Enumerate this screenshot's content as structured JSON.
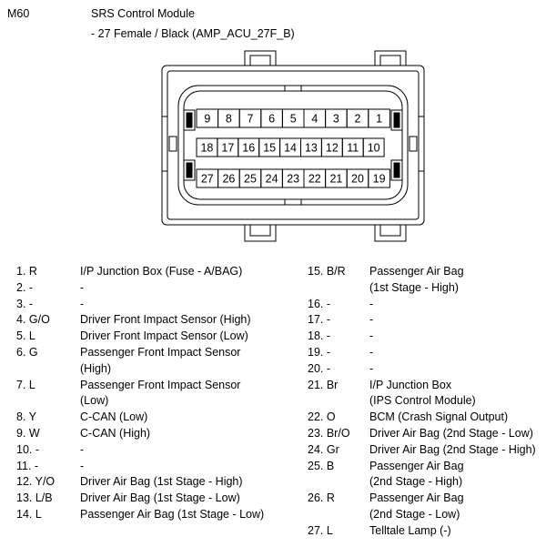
{
  "connector_id": "M60",
  "title": "SRS Control Module",
  "subtitle": "- 27 Female / Black (AMP_ACU_27F_B)",
  "rows": [
    [
      "9",
      "8",
      "7",
      "6",
      "5",
      "4",
      "3",
      "2",
      "1"
    ],
    [
      "18",
      "17",
      "16",
      "15",
      "14",
      "13",
      "12",
      "11",
      "10"
    ],
    [
      "27",
      "26",
      "25",
      "24",
      "23",
      "22",
      "21",
      "20",
      "19"
    ]
  ],
  "pins_left": [
    {
      "pin": "1. R",
      "desc": [
        "I/P Junction Box (Fuse - A/BAG)"
      ]
    },
    {
      "pin": "2. -",
      "desc": [
        "-"
      ]
    },
    {
      "pin": "3. -",
      "desc": [
        "-"
      ]
    },
    {
      "pin": "4. G/O",
      "desc": [
        "Driver Front Impact Sensor (High)"
      ]
    },
    {
      "pin": "5. L",
      "desc": [
        "Driver Front Impact Sensor (Low)"
      ]
    },
    {
      "pin": "6. G",
      "desc": [
        "Passenger Front Impact Sensor",
        "(High)"
      ]
    },
    {
      "pin": "7. L",
      "desc": [
        "Passenger Front Impact Sensor",
        "(Low)"
      ]
    },
    {
      "pin": "8. Y",
      "desc": [
        "C-CAN (Low)"
      ]
    },
    {
      "pin": "9. W",
      "desc": [
        "C-CAN (High)"
      ]
    },
    {
      "pin": "10. -",
      "desc": [
        "-"
      ]
    },
    {
      "pin": "11. -",
      "desc": [
        "-"
      ]
    },
    {
      "pin": "12. Y/O",
      "desc": [
        "Driver Air Bag (1st Stage - High)"
      ]
    },
    {
      "pin": "13. L/B",
      "desc": [
        "Driver Air Bag (1st Stage - Low)"
      ]
    },
    {
      "pin": "14. L",
      "desc": [
        "Passenger Air Bag (1st Stage - Low)"
      ]
    }
  ],
  "pins_right": [
    {
      "pin": "15. B/R",
      "desc": [
        "Passenger Air Bag",
        "(1st Stage - High)"
      ]
    },
    {
      "pin": "16. -",
      "desc": [
        "-"
      ]
    },
    {
      "pin": "17. -",
      "desc": [
        "-"
      ]
    },
    {
      "pin": "18. -",
      "desc": [
        "-"
      ]
    },
    {
      "pin": "19. -",
      "desc": [
        "-"
      ]
    },
    {
      "pin": "20. -",
      "desc": [
        "-"
      ]
    },
    {
      "pin": "21. Br",
      "desc": [
        "I/P Junction Box",
        "(IPS Control Module)"
      ]
    },
    {
      "pin": "22. O",
      "desc": [
        "BCM (Crash Signal Output)"
      ]
    },
    {
      "pin": "23. Br/O",
      "desc": [
        "Driver Air Bag (2nd Stage - Low)"
      ]
    },
    {
      "pin": "24. Gr",
      "desc": [
        "Driver Air Bag (2nd Stage - High)"
      ]
    },
    {
      "pin": "25. B",
      "desc": [
        "Passenger Air Bag",
        "(2nd Stage - High)"
      ]
    },
    {
      "pin": "26. R",
      "desc": [
        "Passenger Air Bag",
        "(2nd Stage - Low)"
      ]
    },
    {
      "pin": "27. L",
      "desc": [
        "Telltale Lamp (-)"
      ]
    }
  ]
}
